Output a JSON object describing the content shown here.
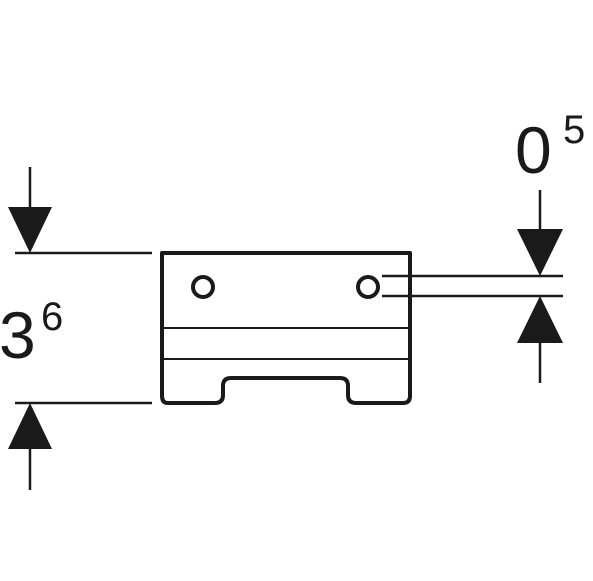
{
  "dimensions": {
    "height": {
      "main": "3",
      "sup": "6"
    },
    "offset": {
      "main": "0",
      "sup": "5"
    }
  },
  "colors": {
    "line": "#1a1a1a",
    "background": "#ffffff"
  }
}
